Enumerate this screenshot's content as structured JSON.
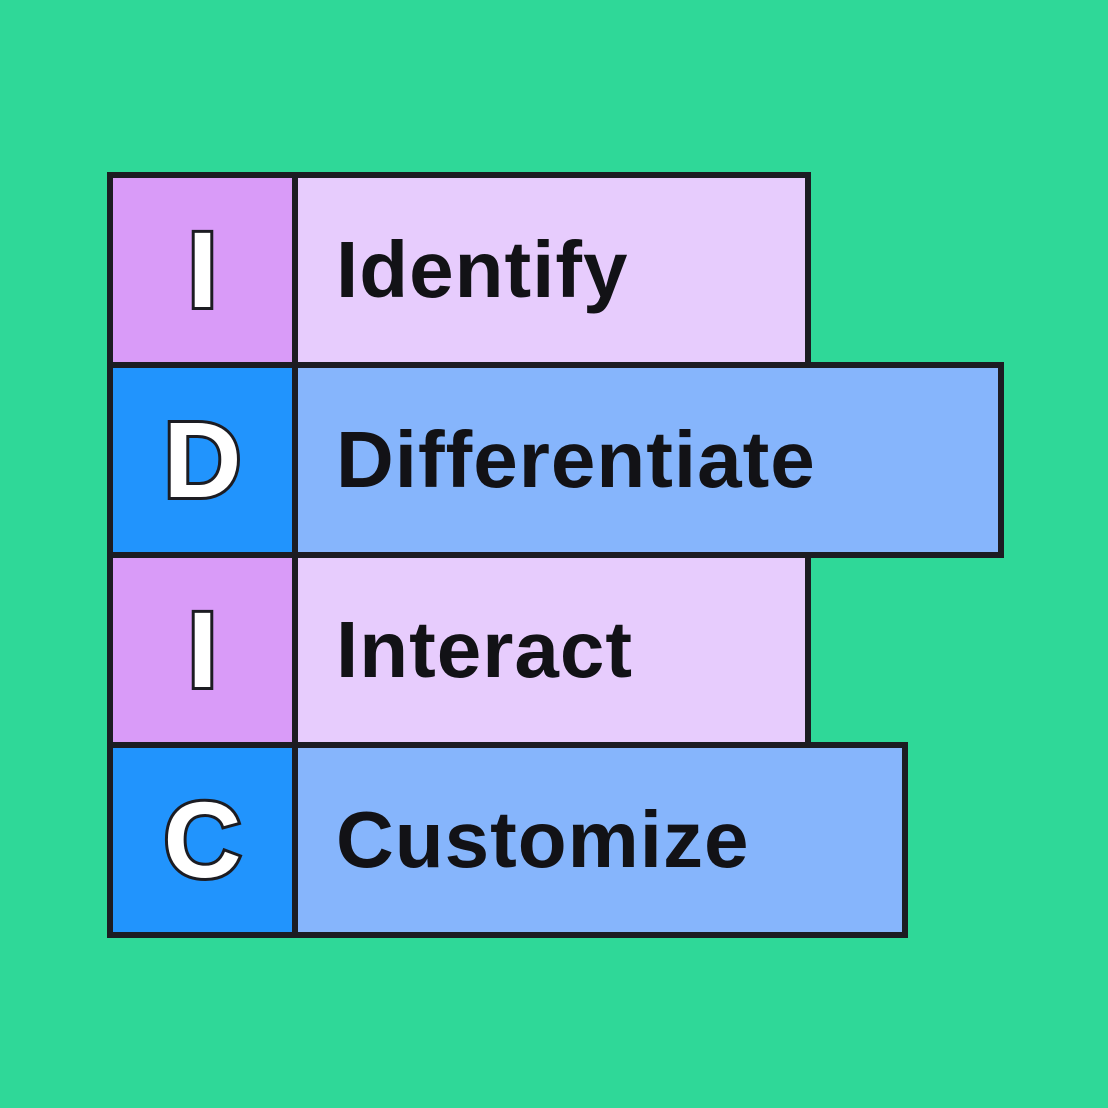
{
  "rows": [
    {
      "letter": "I",
      "word": "Identify",
      "theme": "purple"
    },
    {
      "letter": "D",
      "word": "Differentiate",
      "theme": "blue"
    },
    {
      "letter": "I",
      "word": "Interact",
      "theme": "purple"
    },
    {
      "letter": "C",
      "word": "Customize",
      "theme": "blue"
    }
  ],
  "colors": {
    "background": "#2fd898",
    "purple_dark": "#d99bf8",
    "purple_light": "#e7ccfd",
    "blue_dark": "#2194fd",
    "blue_light": "#86b5fc",
    "outline": "#1c1c22"
  }
}
